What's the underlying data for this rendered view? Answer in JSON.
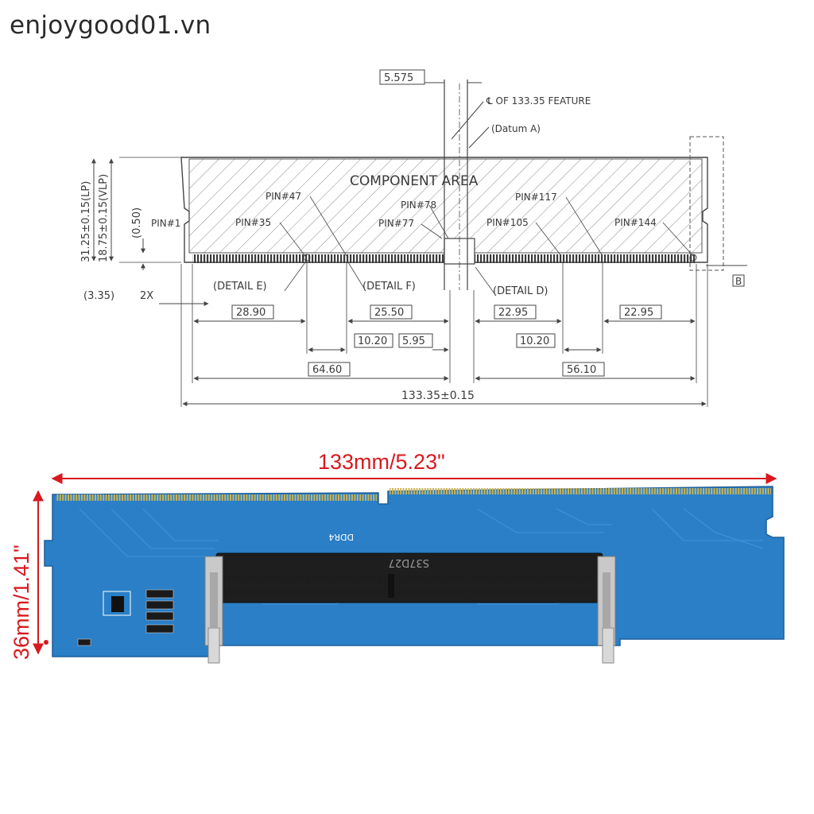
{
  "watermark": "enjoygood01.vn",
  "drawing": {
    "top_dim": "5.575",
    "centerline_note": "℄ OF 133.35 FEATURE",
    "datum_note": "(Datum A)",
    "component_area": "COMPONENT AREA",
    "height_lp": "31.25±0.15(LP)",
    "height_vlp": "18.75±0.15(VLP)",
    "dim_050": "(0.50)",
    "pins": [
      "PIN#1",
      "PIN#35",
      "PIN#47",
      "PIN#78",
      "PIN#77",
      "PIN#117",
      "PIN#105",
      "PIN#144"
    ],
    "dim_335": "(3.35)",
    "dim_2x": "2X",
    "details": [
      "(DETAIL E)",
      "(DETAIL F)",
      "(DETAIL D)"
    ],
    "datum_b": "B",
    "dims": {
      "d2890": "28.90",
      "d2550": "25.50",
      "d2295a": "22.95",
      "d2295b": "22.95",
      "d1020a": "10.20",
      "d595": "5.95",
      "d1020b": "10.20",
      "d6460": "64.60",
      "d5610": "56.10",
      "total": "133.35±0.15"
    }
  },
  "photo": {
    "width_label": "133mm/5.23\"",
    "height_label": "36mm/1.41\"",
    "ddr_label": "DDR4",
    "slot_label": "S37D27",
    "pcb_color": "#2a7fc6",
    "accent_color": "#d8191f"
  }
}
